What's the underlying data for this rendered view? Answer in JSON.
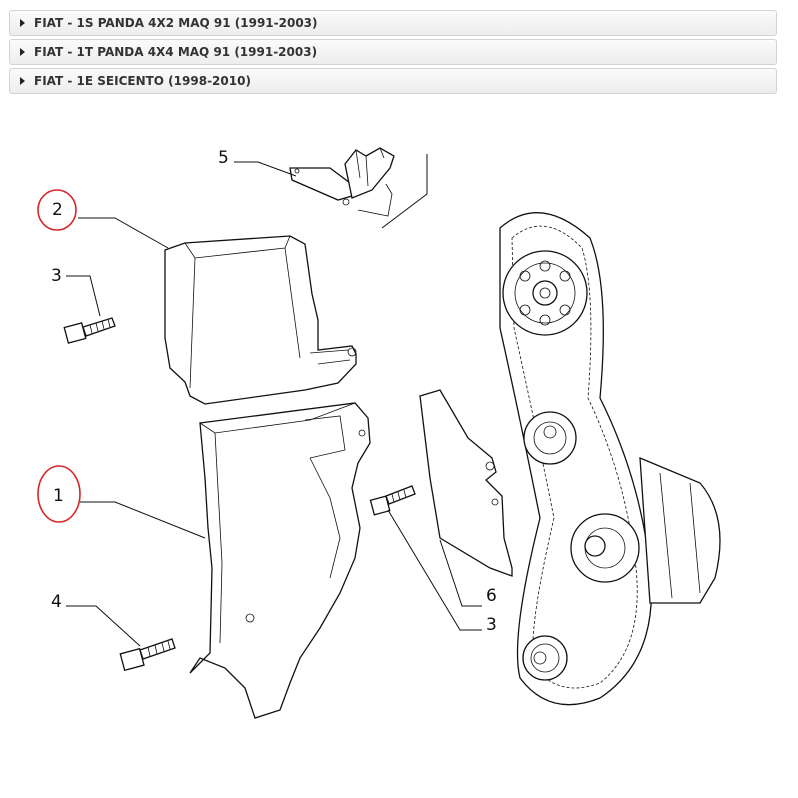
{
  "accordion": {
    "items": [
      {
        "label": "FIAT - 1S PANDA 4X2 MAQ 91 (1991-2003)"
      },
      {
        "label": "FIAT - 1T PANDA 4X4 MAQ 91 (1991-2003)"
      },
      {
        "label": "FIAT - 1E SEICENTO (1998-2010)"
      }
    ]
  },
  "diagram": {
    "callouts": {
      "c1": "1",
      "c2": "2",
      "c3a": "3",
      "c3b": "3",
      "c4": "4",
      "c5": "5",
      "c6": "6"
    },
    "highlight_color": "#d62728",
    "line_color": "#111111"
  }
}
